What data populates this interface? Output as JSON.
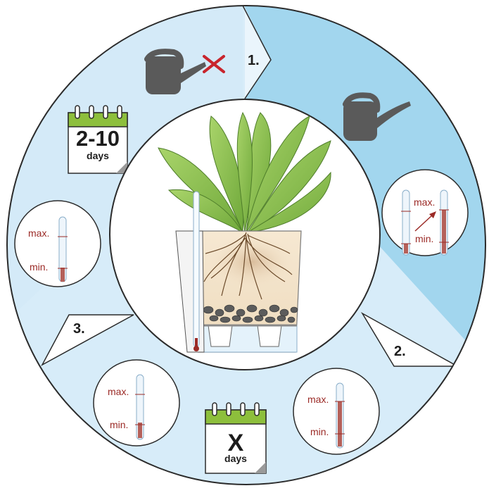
{
  "steps": {
    "step1": "1.",
    "step2": "2.",
    "step3": "3."
  },
  "calendars": {
    "top": {
      "value": "2-10",
      "unit": "days"
    },
    "bottom": {
      "value": "X",
      "unit": "days"
    }
  },
  "gauges": {
    "max_label": "max.",
    "min_label": "min."
  },
  "icons": {
    "watering_can": "watering-can-icon",
    "no_water": "cross-icon",
    "calendar": "calendar-icon",
    "water_gauge": "water-level-gauge-icon"
  },
  "colors": {
    "ring_light": "#d7ecf9",
    "ring_dark": "#a2d6ee",
    "outline": "#2b2b2b",
    "gauge_red": "#9b2a26",
    "calendar_green": "#8dbf3c",
    "can_gray": "#5a5a5a",
    "cross_red": "#c8252d"
  }
}
